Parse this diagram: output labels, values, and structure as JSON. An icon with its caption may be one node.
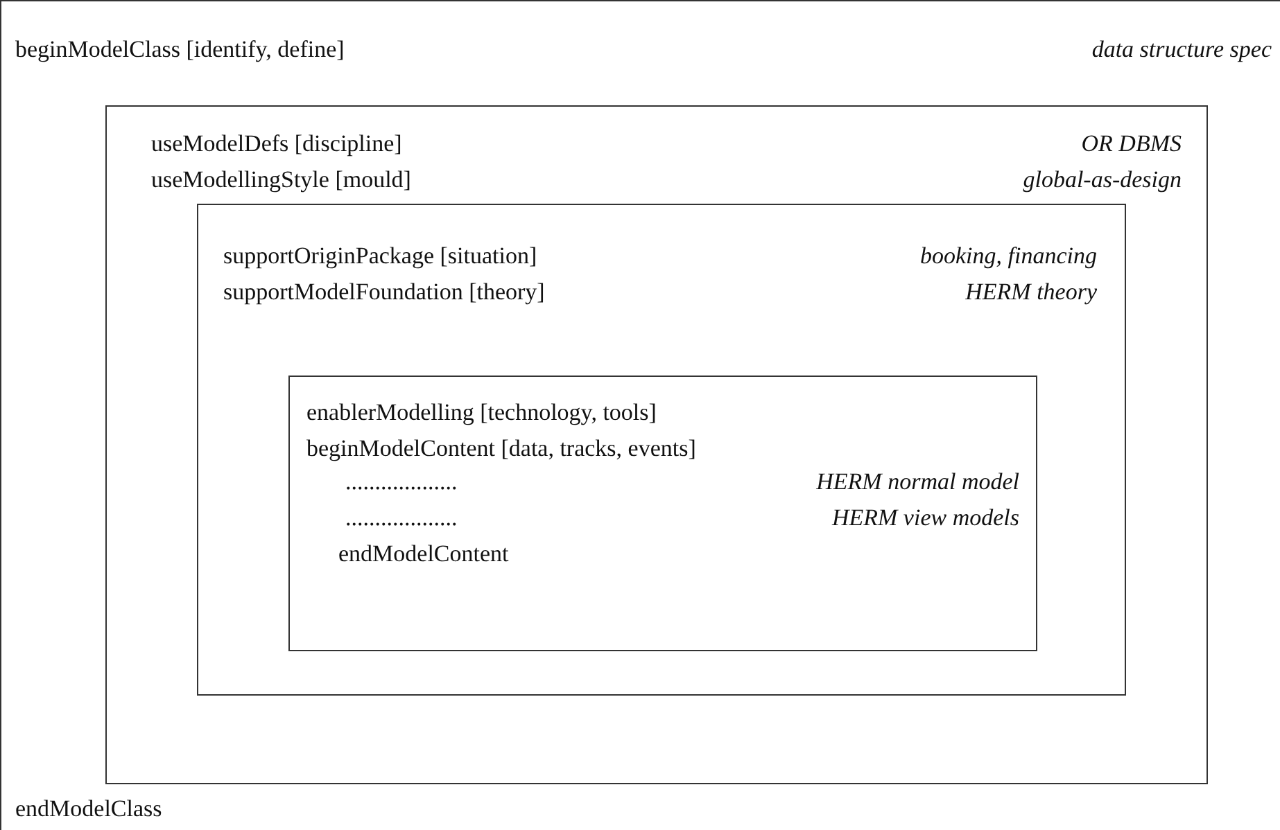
{
  "diagram": {
    "nodes": [
      {
        "text": [
          "beginModelClass [identify, define]",
          "data structure spec",
          "endModelClass"
        ]
      },
      {
        "text": [
          "useModelDefs [discipline]",
          "OR DBMS",
          "useModellingStyle [mould]",
          "global-as-design"
        ],
        "in": 0
      },
      {
        "text": [
          "supportOriginPackage [situation]",
          "booking, financing",
          "supportModelFoundation [theory]",
          "HERM theory"
        ],
        "in": 1
      },
      {
        "text": [
          "enablerModelling [technology, tools]",
          "beginModelContent [data, tracks, events]",
          "...................",
          "HERM normal model",
          "...................",
          "HERM view models",
          "endModelContent"
        ],
        "in": 2
      }
    ]
  }
}
